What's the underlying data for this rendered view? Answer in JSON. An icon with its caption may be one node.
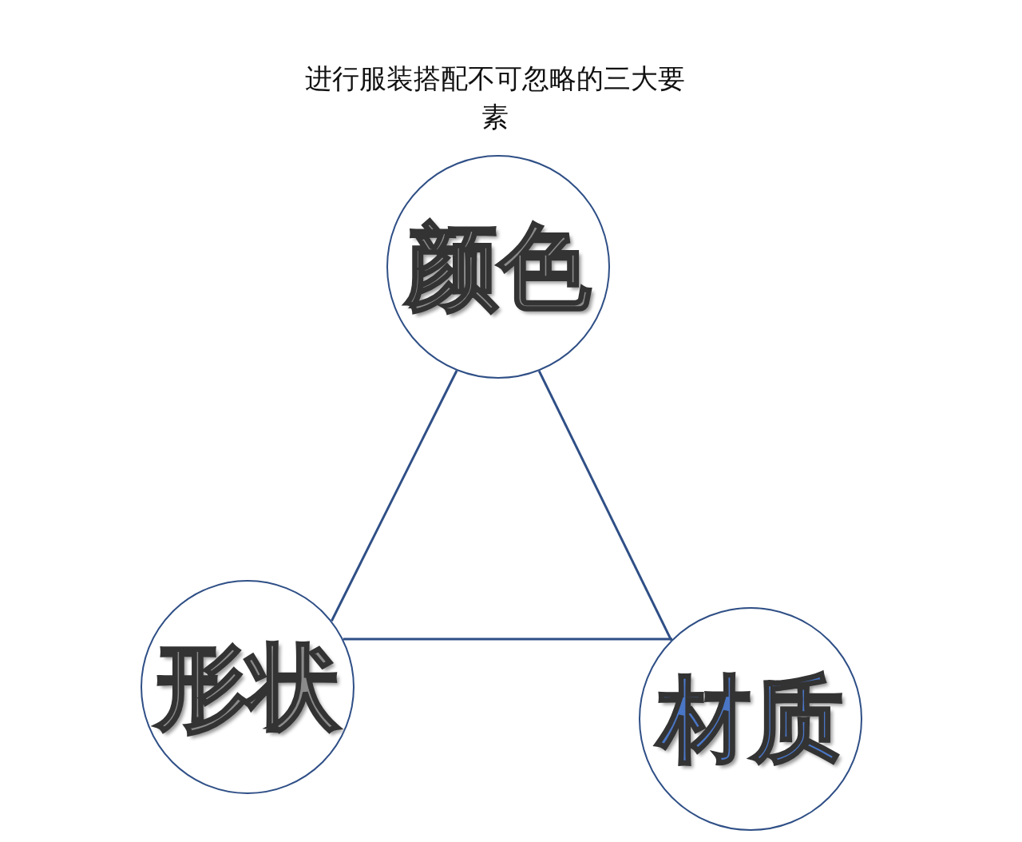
{
  "diagram": {
    "title": "进行服装搭配不可忽略的三大要素",
    "nodes": [
      {
        "text": [
          "颜色"
        ]
      },
      {
        "text": [
          "形状"
        ]
      },
      {
        "text": [
          "材质"
        ]
      }
    ],
    "edges": [
      {
        "from": 0,
        "to": 1,
        "arrow": "none"
      },
      {
        "from": 1,
        "to": 2,
        "arrow": "none"
      },
      {
        "from": 2,
        "to": 0,
        "arrow": "none"
      }
    ]
  }
}
